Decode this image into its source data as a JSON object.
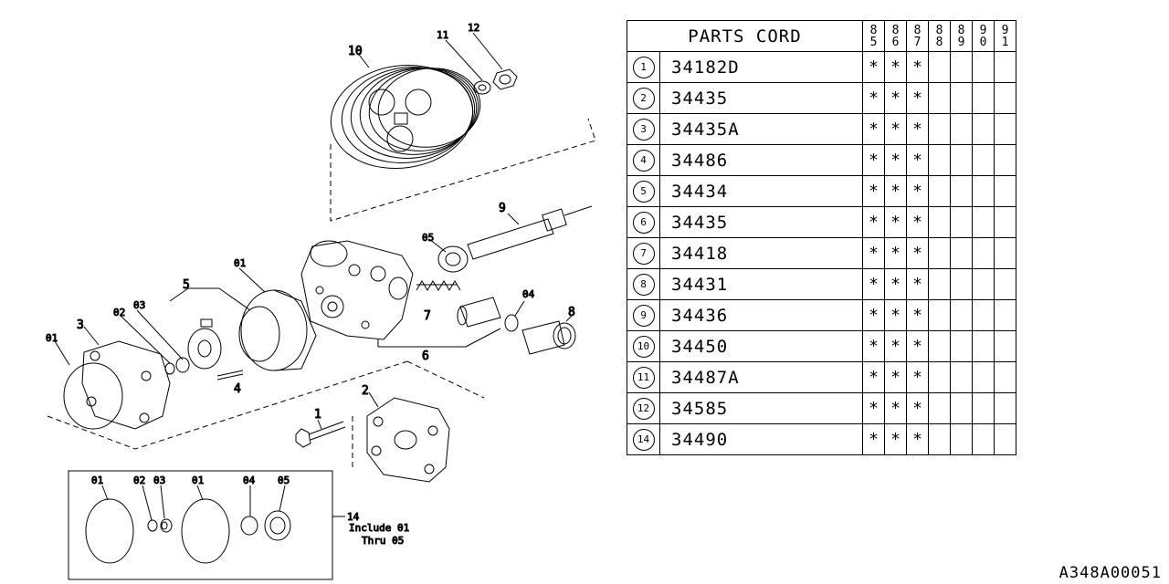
{
  "table": {
    "header": "PARTS CORD",
    "years": [
      "85",
      "86",
      "87",
      "88",
      "89",
      "90",
      "91"
    ],
    "rows": [
      {
        "num": "1",
        "code": "34182D",
        "marks": [
          "*",
          "*",
          "*",
          "",
          "",
          "",
          ""
        ]
      },
      {
        "num": "2",
        "code": "34435",
        "marks": [
          "*",
          "*",
          "*",
          "",
          "",
          "",
          ""
        ]
      },
      {
        "num": "3",
        "code": "34435A",
        "marks": [
          "*",
          "*",
          "*",
          "",
          "",
          "",
          ""
        ]
      },
      {
        "num": "4",
        "code": "34486",
        "marks": [
          "*",
          "*",
          "*",
          "",
          "",
          "",
          ""
        ]
      },
      {
        "num": "5",
        "code": "34434",
        "marks": [
          "*",
          "*",
          "*",
          "",
          "",
          "",
          ""
        ]
      },
      {
        "num": "6",
        "code": "34435",
        "marks": [
          "*",
          "*",
          "*",
          "",
          "",
          "",
          ""
        ]
      },
      {
        "num": "7",
        "code": "34418",
        "marks": [
          "*",
          "*",
          "*",
          "",
          "",
          "",
          ""
        ]
      },
      {
        "num": "8",
        "code": "34431",
        "marks": [
          "*",
          "*",
          "*",
          "",
          "",
          "",
          ""
        ]
      },
      {
        "num": "9",
        "code": "34436",
        "marks": [
          "*",
          "*",
          "*",
          "",
          "",
          "",
          ""
        ]
      },
      {
        "num": "10",
        "code": "34450",
        "marks": [
          "*",
          "*",
          "*",
          "",
          "",
          "",
          ""
        ]
      },
      {
        "num": "11",
        "code": "34487A",
        "marks": [
          "*",
          "*",
          "*",
          "",
          "",
          "",
          ""
        ]
      },
      {
        "num": "12",
        "code": "34585",
        "marks": [
          "*",
          "*",
          "*",
          "",
          "",
          "",
          ""
        ]
      },
      {
        "num": "14",
        "code": "34490",
        "marks": [
          "*",
          "*",
          "*",
          "",
          "",
          "",
          ""
        ]
      }
    ]
  },
  "diagram": {
    "callouts": {
      "c1": "1",
      "c2": "2",
      "c3": "3",
      "c4": "4",
      "c5": "5",
      "c6": "6",
      "c7": "7",
      "c8": "8",
      "c9": "9",
      "c10": "10",
      "c11": "11",
      "c12": "12",
      "c14": "14",
      "a01_left": "01",
      "a02": "02",
      "a03": "03",
      "a01_mid": "01",
      "a04": "04",
      "a05": "05",
      "kit01a": "01",
      "kit02": "02",
      "kit03": "03",
      "kit01b": "01",
      "kit04": "04",
      "kit05": "05"
    },
    "kit_note_line1": "Include 01",
    "kit_note_line2": "Thru 05"
  },
  "reference": "A348A00051"
}
